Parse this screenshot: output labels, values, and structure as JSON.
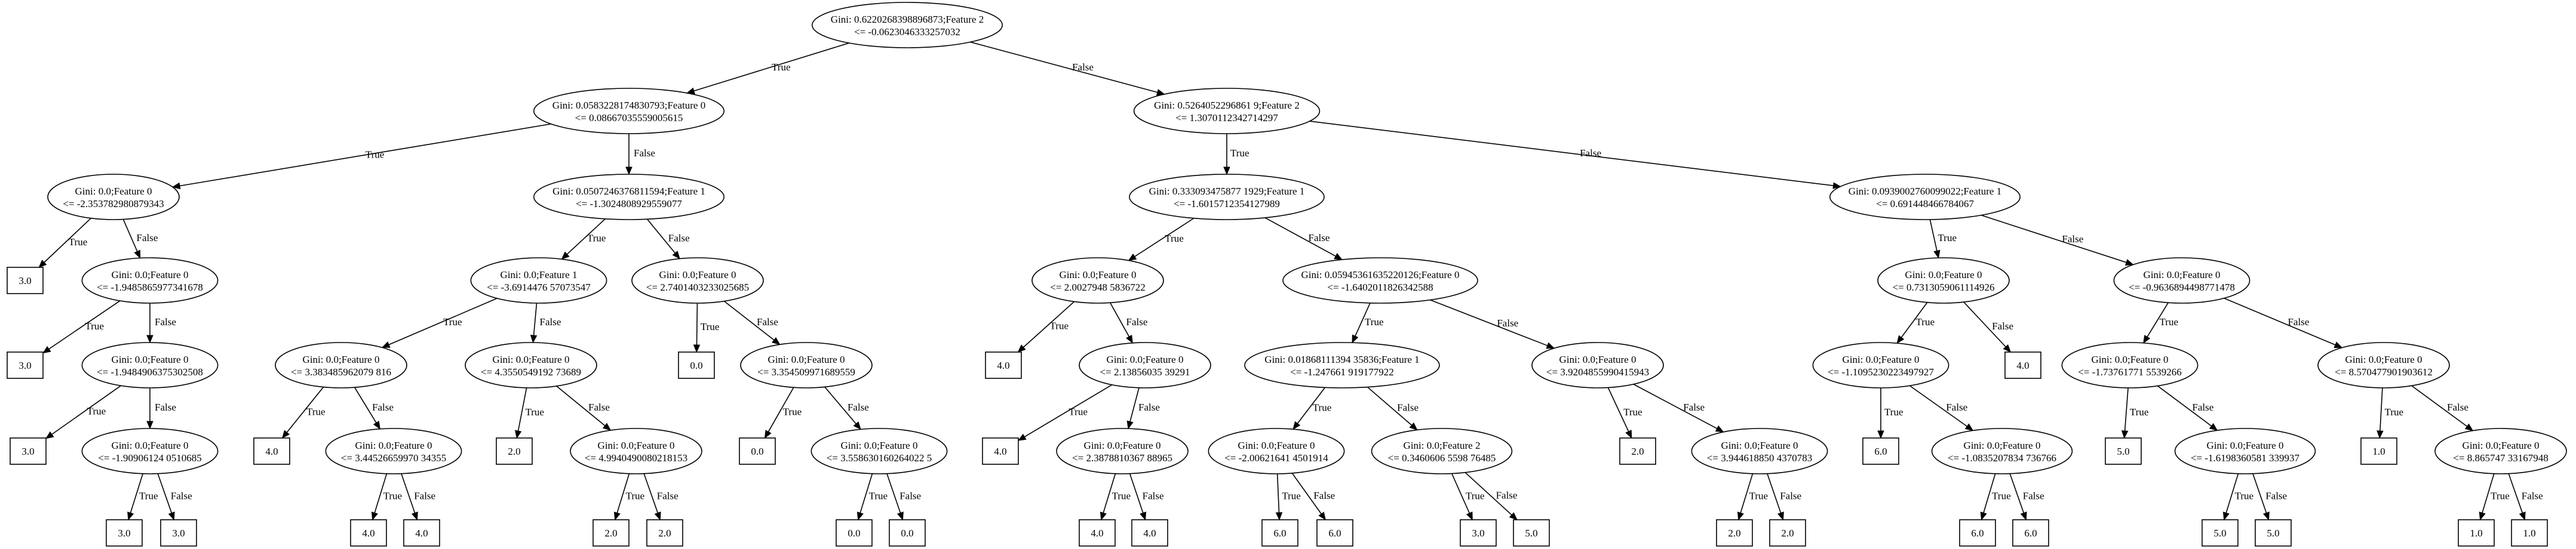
{
  "tree": {
    "nodes": [
      {
        "id": "n0",
        "kind": "split",
        "l1": "Gini: 0.6220268398896873;Feature 2",
        "l2": "<= -0.0623046333257032"
      },
      {
        "id": "n1",
        "kind": "split",
        "l1": "Gini: 0.0583228174830793;Feature 0",
        "l2": "<= 0.08667035559005615"
      },
      {
        "id": "n2",
        "kind": "split",
        "l1": "Gini: 0.5264052296861 9;Feature 2",
        "l2": "<= 1.3070112342714297"
      },
      {
        "id": "n3",
        "kind": "split",
        "l1": "Gini: 0.0;Feature 0",
        "l2": "<= -2.353782980879343"
      },
      {
        "id": "n4",
        "kind": "split",
        "l1": "Gini: 0.0507246376811594;Feature 1",
        "l2": "<= -1.3024808929559077"
      },
      {
        "id": "n5",
        "kind": "split",
        "l1": "Gini: 0.333093475877 1929;Feature 1",
        "l2": "<= -1.6015712354127989"
      },
      {
        "id": "n6",
        "kind": "split",
        "l1": "Gini: 0.0939002760099022;Feature 1",
        "l2": "<= 0.691448466784067"
      },
      {
        "id": "n7",
        "kind": "leaf",
        "l1": "3.0"
      },
      {
        "id": "n8",
        "kind": "split",
        "l1": "Gini: 0.0;Feature 0",
        "l2": "<= -1.9485865977341678"
      },
      {
        "id": "n9",
        "kind": "split",
        "l1": "Gini: 0.0;Feature 1",
        "l2": "<= -3.6914476 57073547"
      },
      {
        "id": "n10",
        "kind": "split",
        "l1": "Gini: 0.0;Feature 0",
        "l2": "<= 2.7401403233025685"
      },
      {
        "id": "n11",
        "kind": "split",
        "l1": "Gini: 0.0;Feature 0",
        "l2": "<= 2.0027948 5836722"
      },
      {
        "id": "n12",
        "kind": "split",
        "l1": "Gini: 0.05945361635220126;Feature 0",
        "l2": "<= -1.6402011826342588"
      },
      {
        "id": "n13",
        "kind": "split",
        "l1": "Gini: 0.0;Feature 0",
        "l2": "<= 0.7313059061114926"
      },
      {
        "id": "n14",
        "kind": "split",
        "l1": "Gini: 0.0;Feature 0",
        "l2": "<= -0.9636894498771478"
      },
      {
        "id": "n15",
        "kind": "leaf",
        "l1": "3.0"
      },
      {
        "id": "n16",
        "kind": "split",
        "l1": "Gini: 0.0;Feature 0",
        "l2": "<= -1.9484906375302508"
      },
      {
        "id": "n17",
        "kind": "split",
        "l1": "Gini: 0.0;Feature 0",
        "l2": "<= 3.383485962079 816"
      },
      {
        "id": "n18",
        "kind": "split",
        "l1": "Gini: 0.0;Feature 0",
        "l2": "<= 4.3550549192 73689"
      },
      {
        "id": "n19",
        "kind": "leaf",
        "l1": "0.0"
      },
      {
        "id": "n20",
        "kind": "split",
        "l1": "Gini: 0.0;Feature 0",
        "l2": "<= 3.354509971689559"
      },
      {
        "id": "n21",
        "kind": "leaf",
        "l1": "4.0"
      },
      {
        "id": "n22",
        "kind": "split",
        "l1": "Gini: 0.0;Feature 0",
        "l2": "<= 2.13856035 39291"
      },
      {
        "id": "n23",
        "kind": "split",
        "l1": "Gini: 0.01868111394 35836;Feature 1",
        "l2": "<= -1.247661 919177922"
      },
      {
        "id": "n24",
        "kind": "split",
        "l1": "Gini: 0.0;Feature 0",
        "l2": "<= 3.9204855990415943"
      },
      {
        "id": "n25",
        "kind": "split",
        "l1": "Gini: 0.0;Feature 0",
        "l2": "<= -1.1095230223497927"
      },
      {
        "id": "n26",
        "kind": "leaf",
        "l1": "4.0"
      },
      {
        "id": "n27",
        "kind": "split",
        "l1": "Gini: 0.0;Feature 0",
        "l2": "<= -1.73761771 5539266"
      },
      {
        "id": "n28",
        "kind": "split",
        "l1": "Gini: 0.0;Feature 0",
        "l2": "<= 8.570477901903612"
      },
      {
        "id": "n29",
        "kind": "leaf",
        "l1": "3.0"
      },
      {
        "id": "n30",
        "kind": "split",
        "l1": "Gini: 0.0;Feature 0",
        "l2": "<= -1.90906124 0510685"
      },
      {
        "id": "n31",
        "kind": "leaf",
        "l1": "4.0"
      },
      {
        "id": "n32",
        "kind": "split",
        "l1": "Gini: 0.0;Feature 0",
        "l2": "<= 3.44526659970 34355"
      },
      {
        "id": "n33",
        "kind": "leaf",
        "l1": "2.0"
      },
      {
        "id": "n34",
        "kind": "split",
        "l1": "Gini: 0.0;Feature 0",
        "l2": "<= 4.9940490080218153"
      },
      {
        "id": "n35",
        "kind": "leaf",
        "l1": "0.0"
      },
      {
        "id": "n36",
        "kind": "split",
        "l1": "Gini: 0.0;Feature 0",
        "l2": "<= 3.558630160264022 5"
      },
      {
        "id": "n37",
        "kind": "leaf",
        "l1": "4.0"
      },
      {
        "id": "n38",
        "kind": "split",
        "l1": "Gini: 0.0;Feature 0",
        "l2": "<= 2.3878810367 88965"
      },
      {
        "id": "n39",
        "kind": "split",
        "l1": "Gini: 0.0;Feature 0",
        "l2": "<= -2.00621641 4501914"
      },
      {
        "id": "n40",
        "kind": "split",
        "l1": "Gini: 0.0;Feature 2",
        "l2": "<= 0.3460606 5598 76485"
      },
      {
        "id": "n41",
        "kind": "leaf",
        "l1": "2.0"
      },
      {
        "id": "n42",
        "kind": "split",
        "l1": "Gini: 0.0;Feature 0",
        "l2": "<= 3.944618850 4370783"
      },
      {
        "id": "n43",
        "kind": "leaf",
        "l1": "6.0"
      },
      {
        "id": "n44",
        "kind": "split",
        "l1": "Gini: 0.0;Feature 0",
        "l2": "<= -1.0835207834 736766"
      },
      {
        "id": "n45",
        "kind": "leaf",
        "l1": "5.0"
      },
      {
        "id": "n46",
        "kind": "split",
        "l1": "Gini: 0.0;Feature 0",
        "l2": "<= -1.6198360581 339937"
      },
      {
        "id": "n47",
        "kind": "leaf",
        "l1": "1.0"
      },
      {
        "id": "n48",
        "kind": "split",
        "l1": "Gini: 0.0;Feature 0",
        "l2": "<= 8.865747 33167948"
      },
      {
        "id": "n49",
        "kind": "leaf",
        "l1": "3.0"
      },
      {
        "id": "n50",
        "kind": "leaf",
        "l1": "3.0"
      },
      {
        "id": "n51",
        "kind": "leaf",
        "l1": "4.0"
      },
      {
        "id": "n52",
        "kind": "leaf",
        "l1": "4.0"
      },
      {
        "id": "n53",
        "kind": "leaf",
        "l1": "2.0"
      },
      {
        "id": "n54",
        "kind": "leaf",
        "l1": "2.0"
      },
      {
        "id": "n55",
        "kind": "leaf",
        "l1": "0.0"
      },
      {
        "id": "n56",
        "kind": "leaf",
        "l1": "0.0"
      },
      {
        "id": "n57",
        "kind": "leaf",
        "l1": "4.0"
      },
      {
        "id": "n58",
        "kind": "leaf",
        "l1": "4.0"
      },
      {
        "id": "n59",
        "kind": "leaf",
        "l1": "6.0"
      },
      {
        "id": "n60",
        "kind": "leaf",
        "l1": "6.0"
      },
      {
        "id": "n61",
        "kind": "leaf",
        "l1": "3.0"
      },
      {
        "id": "n62",
        "kind": "leaf",
        "l1": "5.0"
      },
      {
        "id": "n63",
        "kind": "leaf",
        "l1": "2.0"
      },
      {
        "id": "n64",
        "kind": "leaf",
        "l1": "2.0"
      },
      {
        "id": "n65",
        "kind": "leaf",
        "l1": "6.0"
      },
      {
        "id": "n66",
        "kind": "leaf",
        "l1": "6.0"
      },
      {
        "id": "n67",
        "kind": "leaf",
        "l1": "5.0"
      },
      {
        "id": "n68",
        "kind": "leaf",
        "l1": "5.0"
      },
      {
        "id": "n69",
        "kind": "leaf",
        "l1": "1.0"
      },
      {
        "id": "n70",
        "kind": "leaf",
        "l1": "1.0"
      }
    ],
    "edges": [
      {
        "from": "n0",
        "to": "n1",
        "label": "True"
      },
      {
        "from": "n0",
        "to": "n2",
        "label": "False"
      },
      {
        "from": "n1",
        "to": "n3",
        "label": "True"
      },
      {
        "from": "n1",
        "to": "n4",
        "label": "False"
      },
      {
        "from": "n2",
        "to": "n5",
        "label": "True"
      },
      {
        "from": "n2",
        "to": "n6",
        "label": "False"
      },
      {
        "from": "n3",
        "to": "n7",
        "label": "True"
      },
      {
        "from": "n3",
        "to": "n8",
        "label": "False"
      },
      {
        "from": "n4",
        "to": "n9",
        "label": "True"
      },
      {
        "from": "n4",
        "to": "n10",
        "label": "False"
      },
      {
        "from": "n5",
        "to": "n11",
        "label": "True"
      },
      {
        "from": "n5",
        "to": "n12",
        "label": "False"
      },
      {
        "from": "n6",
        "to": "n13",
        "label": "True"
      },
      {
        "from": "n6",
        "to": "n14",
        "label": "False"
      },
      {
        "from": "n8",
        "to": "n15",
        "label": "True"
      },
      {
        "from": "n8",
        "to": "n16",
        "label": "False"
      },
      {
        "from": "n9",
        "to": "n17",
        "label": "True"
      },
      {
        "from": "n9",
        "to": "n18",
        "label": "False"
      },
      {
        "from": "n10",
        "to": "n19",
        "label": "True"
      },
      {
        "from": "n10",
        "to": "n20",
        "label": "False"
      },
      {
        "from": "n11",
        "to": "n21",
        "label": "True"
      },
      {
        "from": "n11",
        "to": "n22",
        "label": "False"
      },
      {
        "from": "n12",
        "to": "n23",
        "label": "True"
      },
      {
        "from": "n12",
        "to": "n24",
        "label": "False"
      },
      {
        "from": "n13",
        "to": "n25",
        "label": "True"
      },
      {
        "from": "n13",
        "to": "n26",
        "label": "False"
      },
      {
        "from": "n14",
        "to": "n27",
        "label": "True"
      },
      {
        "from": "n14",
        "to": "n28",
        "label": "False"
      },
      {
        "from": "n16",
        "to": "n29",
        "label": "True"
      },
      {
        "from": "n16",
        "to": "n30",
        "label": "False"
      },
      {
        "from": "n17",
        "to": "n31",
        "label": "True"
      },
      {
        "from": "n17",
        "to": "n32",
        "label": "False"
      },
      {
        "from": "n18",
        "to": "n33",
        "label": "True"
      },
      {
        "from": "n18",
        "to": "n34",
        "label": "False"
      },
      {
        "from": "n20",
        "to": "n35",
        "label": "True"
      },
      {
        "from": "n20",
        "to": "n36",
        "label": "False"
      },
      {
        "from": "n22",
        "to": "n37",
        "label": "True"
      },
      {
        "from": "n22",
        "to": "n38",
        "label": "False"
      },
      {
        "from": "n23",
        "to": "n39",
        "label": "True"
      },
      {
        "from": "n23",
        "to": "n40",
        "label": "False"
      },
      {
        "from": "n24",
        "to": "n41",
        "label": "True"
      },
      {
        "from": "n24",
        "to": "n42",
        "label": "False"
      },
      {
        "from": "n25",
        "to": "n43",
        "label": "True"
      },
      {
        "from": "n25",
        "to": "n44",
        "label": "False"
      },
      {
        "from": "n27",
        "to": "n45",
        "label": "True"
      },
      {
        "from": "n27",
        "to": "n46",
        "label": "False"
      },
      {
        "from": "n28",
        "to": "n47",
        "label": "True"
      },
      {
        "from": "n28",
        "to": "n48",
        "label": "False"
      },
      {
        "from": "n30",
        "to": "n49",
        "label": "True"
      },
      {
        "from": "n30",
        "to": "n50",
        "label": "False"
      },
      {
        "from": "n32",
        "to": "n51",
        "label": "True"
      },
      {
        "from": "n32",
        "to": "n52",
        "label": "False"
      },
      {
        "from": "n34",
        "to": "n53",
        "label": "True"
      },
      {
        "from": "n34",
        "to": "n54",
        "label": "False"
      },
      {
        "from": "n36",
        "to": "n55",
        "label": "True"
      },
      {
        "from": "n36",
        "to": "n56",
        "label": "False"
      },
      {
        "from": "n38",
        "to": "n57",
        "label": "True"
      },
      {
        "from": "n38",
        "to": "n58",
        "label": "False"
      },
      {
        "from": "n39",
        "to": "n59",
        "label": "True"
      },
      {
        "from": "n39",
        "to": "n60",
        "label": "False"
      },
      {
        "from": "n40",
        "to": "n61",
        "label": "True"
      },
      {
        "from": "n40",
        "to": "n62",
        "label": "False"
      },
      {
        "from": "n42",
        "to": "n63",
        "label": "True"
      },
      {
        "from": "n42",
        "to": "n64",
        "label": "False"
      },
      {
        "from": "n44",
        "to": "n65",
        "label": "True"
      },
      {
        "from": "n44",
        "to": "n66",
        "label": "False"
      },
      {
        "from": "n46",
        "to": "n67",
        "label": "True"
      },
      {
        "from": "n46",
        "to": "n68",
        "label": "False"
      },
      {
        "from": "n48",
        "to": "n69",
        "label": "True"
      },
      {
        "from": "n48",
        "to": "n70",
        "label": "False"
      }
    ]
  }
}
